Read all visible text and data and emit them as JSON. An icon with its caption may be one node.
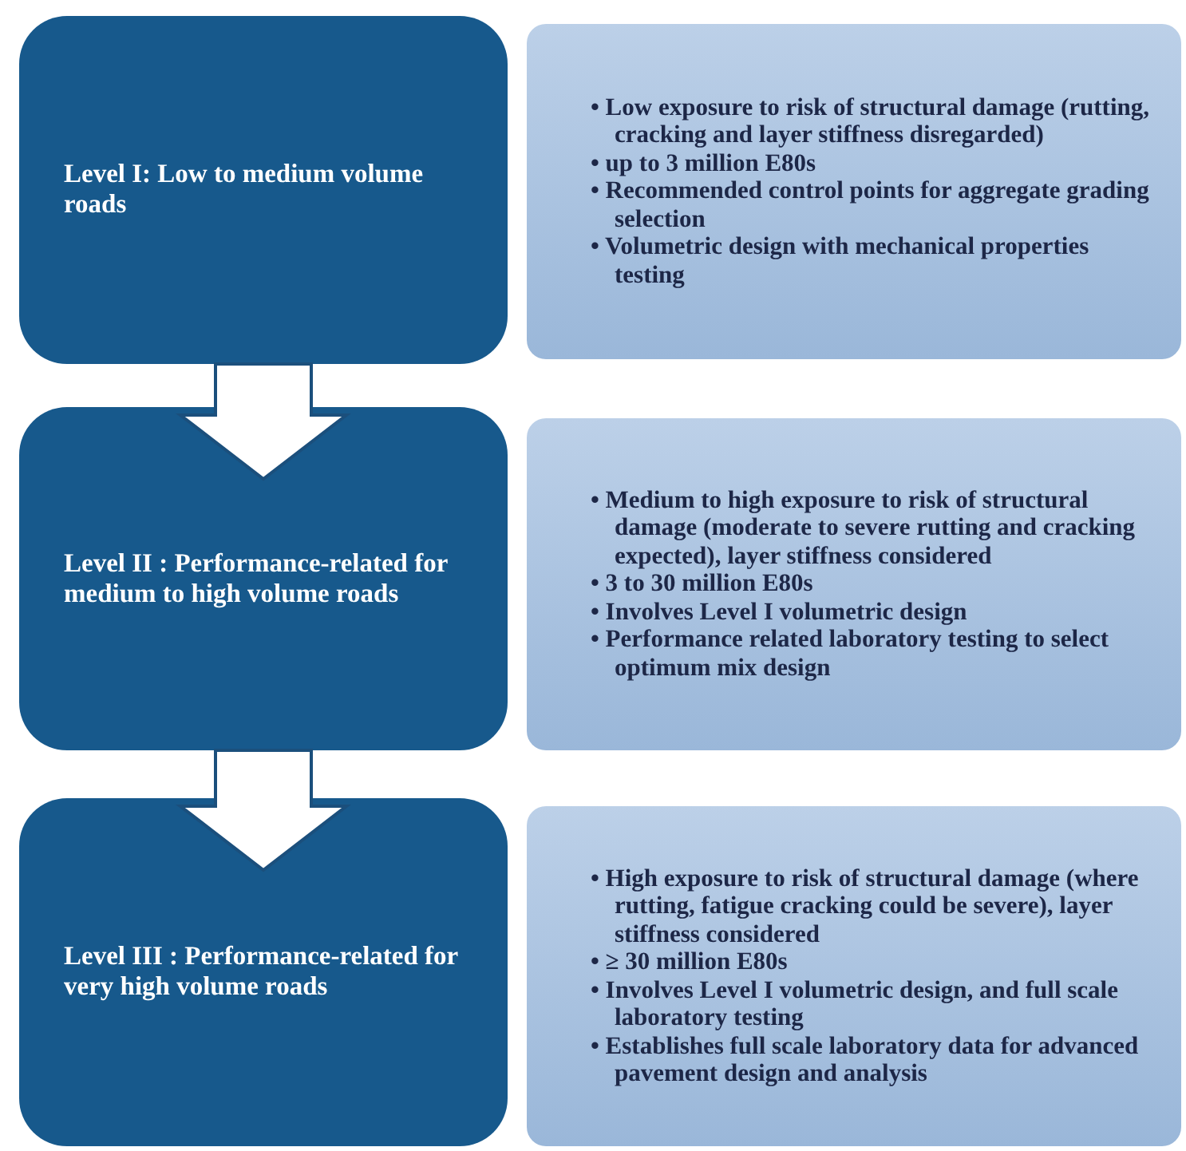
{
  "diagram": {
    "nodes": [
      {
        "text": [
          "Level I: Low to medium volume roads"
        ]
      },
      {
        "text": [
          "• Low exposure to risk of structural damage (rutting, cracking  and layer stiffness disregarded)",
          "• up to 3 million E80s",
          "• Recommended control points for aggregate grading selection",
          "• Volumetric design with mechanical properties testing"
        ]
      },
      {
        "text": [
          "Level II : Performance-related for medium to high volume roads"
        ]
      },
      {
        "text": [
          "• Medium to high exposure to risk of structural damage (moderate to severe rutting and cracking expected), layer stiffness considered",
          "• 3 to 30 million E80s",
          "• Involves Level I volumetric design",
          "• Performance related laboratory testing to select optimum mix design"
        ]
      },
      {
        "text": [
          "Level III : Performance-related for very  high volume roads"
        ]
      },
      {
        "text": [
          "• High exposure to risk of structural damage (where rutting, fatigue cracking could be severe), layer stiffness considered",
          "• ≥ 30 million E80s",
          "• Involves Level I volumetric design, and full scale laboratory testing",
          "• Establishes full scale laboratory data for advanced pavement design and analysis"
        ]
      }
    ],
    "edges": [
      {
        "from": 0,
        "to": 2,
        "arrow": "to"
      },
      {
        "from": 2,
        "to": 4,
        "arrow": "to"
      }
    ]
  }
}
